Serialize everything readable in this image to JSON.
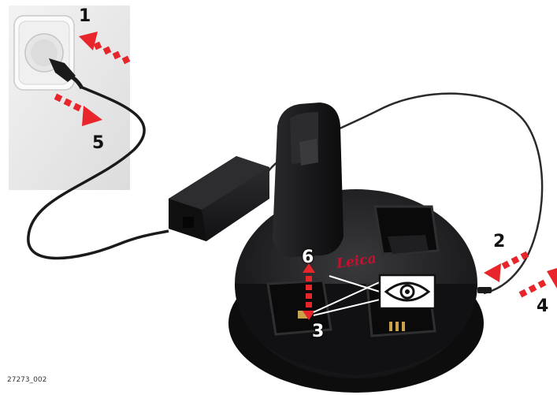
{
  "figure_id": "27273_002",
  "brand": "Leica",
  "steps": [
    "1",
    "2",
    "3",
    "4",
    "5",
    "6"
  ],
  "colors": {
    "arrow": "#e8252b",
    "charger_body": "#1b1b1d",
    "wall_bg": "#e9e9e9",
    "socket": "#f4f4f4",
    "brand_mark": "#c8102e"
  },
  "icons": [
    "wall-socket-icon",
    "power-plug-icon",
    "power-adapter-icon",
    "battery-icon",
    "charging-dock-icon",
    "eye-icon"
  ]
}
